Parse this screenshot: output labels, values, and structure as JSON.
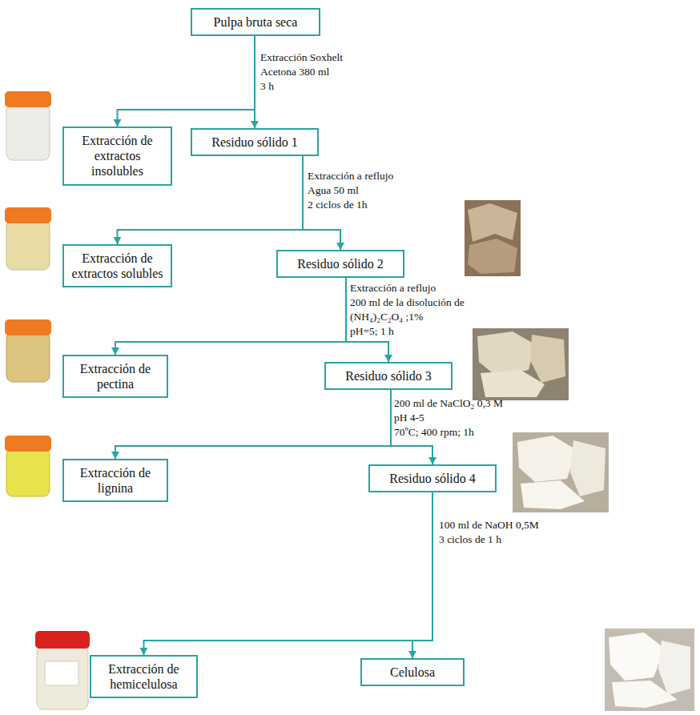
{
  "diagram": {
    "nodes": [
      {
        "text": [
          "Pulpa bruta seca"
        ]
      },
      {
        "text": [
          "Extracción de extractos insolubles"
        ]
      },
      {
        "text": [
          "Residuo sólido 1"
        ]
      },
      {
        "text": [
          "Extracción de extractos solubles"
        ]
      },
      {
        "text": [
          "Residuo sólido 2"
        ]
      },
      {
        "text": [
          "Extracción de pectina"
        ]
      },
      {
        "text": [
          "Residuo sólido 3"
        ]
      },
      {
        "text": [
          "Extracción de lignina"
        ]
      },
      {
        "text": [
          "Residuo sólido 4"
        ]
      },
      {
        "text": [
          "Extracción de hemicelulosa"
        ]
      },
      {
        "text": [
          "Celulosa"
        ]
      }
    ],
    "edges": [
      {
        "from": 0,
        "to": 1,
        "arrow": "to"
      },
      {
        "from": 0,
        "to": 2,
        "arrow": "to"
      },
      {
        "from": 2,
        "to": 3,
        "arrow": "to"
      },
      {
        "from": 2,
        "to": 4,
        "arrow": "to"
      },
      {
        "from": 4,
        "to": 5,
        "arrow": "to"
      },
      {
        "from": 4,
        "to": 6,
        "arrow": "to"
      },
      {
        "from": 6,
        "to": 7,
        "arrow": "to"
      },
      {
        "from": 6,
        "to": 8,
        "arrow": "to"
      },
      {
        "from": 8,
        "to": 9,
        "arrow": "to"
      },
      {
        "from": 8,
        "to": 10,
        "arrow": "to"
      }
    ],
    "labels": [
      "Extracción Soxhelt",
      "Acetona 380 ml",
      "3 h",
      "Extracción a reflujo",
      "Agua 50 ml",
      "2 ciclos de 1h",
      "Extracción a reflujo",
      "200 ml de la disolución de",
      "(NH₄)₂C₂O₄ ;1%",
      "pH=5; 1 h",
      "200 ml de NaClO₂ 0,3 M",
      "pH 4-5",
      "70ºC; 400 rpm; 1h",
      "100 ml de NaOH 0,5M",
      "3 ciclos de 1 h"
    ]
  }
}
